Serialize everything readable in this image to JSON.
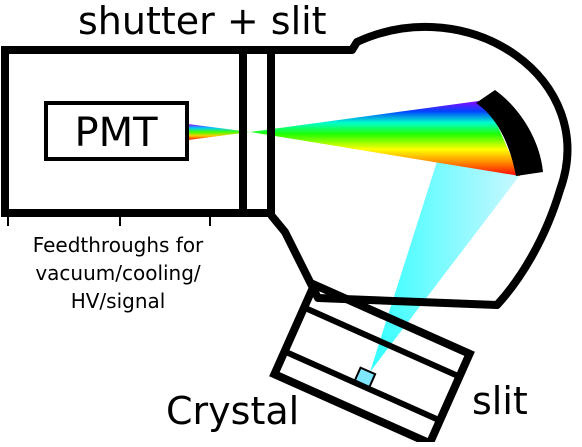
{
  "labels": {
    "shutter_slit": "shutter + slit",
    "pmt": "PMT",
    "feedthroughs_line1": "Feedthroughs for",
    "feedthroughs_line2": "vacuum/cooling/",
    "feedthroughs_line3": "HV/signal",
    "crystal": "Crystal",
    "slit": "slit"
  },
  "colors": {
    "outline": "#000000",
    "beam_cyan": "#00f0ff",
    "spectrum": [
      "#ff0000",
      "#ff8800",
      "#ffff00",
      "#00ff00",
      "#00ffff",
      "#0000ff",
      "#8800ff"
    ]
  }
}
